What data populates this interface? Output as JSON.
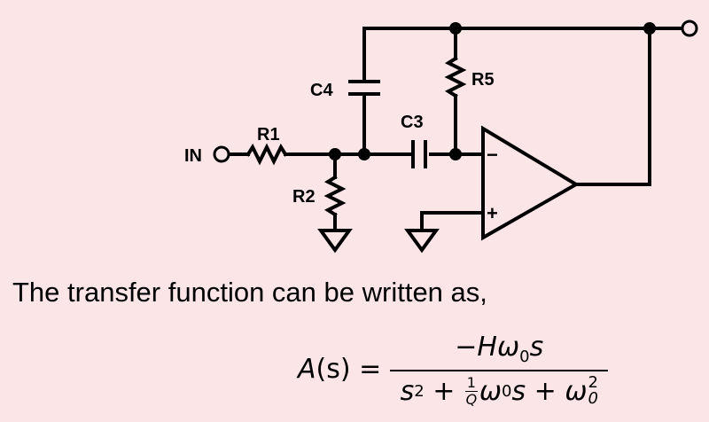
{
  "labels": {
    "in": "IN",
    "r1": "R1",
    "r2": "R2",
    "r5": "R5",
    "c3": "C3",
    "c4": "C4",
    "minus": "−",
    "plus": "+"
  },
  "caption": "The transfer function can be written as,",
  "formula": {
    "lhs_fn": "A",
    "lhs_arg": "(s) =",
    "num_minus": "−",
    "num_h": "H",
    "omega": "ω",
    "zero": "0",
    "s": "s",
    "two": "2",
    "plus": "+",
    "one": "1",
    "q": "Q"
  },
  "colors": {
    "background": "#fbe5e6",
    "ink": "#000000"
  }
}
